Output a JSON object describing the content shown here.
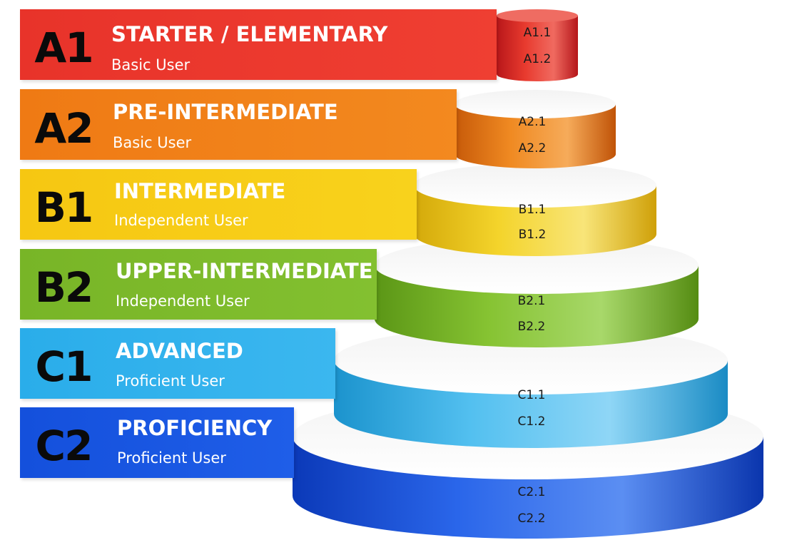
{
  "levels": [
    {
      "code": "A1",
      "title": "STARTER / ELEMENTARY",
      "user": "Basic User",
      "sublevels": [
        "A1.1",
        "A1.2"
      ],
      "color": "#e8332a"
    },
    {
      "code": "A2",
      "title": "PRE-INTERMEDIATE",
      "user": "Basic User",
      "sublevels": [
        "A2.1",
        "A2.2"
      ],
      "color": "#f07d18"
    },
    {
      "code": "B1",
      "title": "INTERMEDIATE",
      "user": "Independent User",
      "sublevels": [
        "B1.1",
        "B1.2"
      ],
      "color": "#f7cc12"
    },
    {
      "code": "B2",
      "title": "UPPER-INTERMEDIATE",
      "user": "Independent User",
      "sublevels": [
        "B2.1",
        "B2.2"
      ],
      "color": "#7cb82a"
    },
    {
      "code": "C1",
      "title": "ADVANCED",
      "user": "Proficient User",
      "sublevels": [
        "C1.1",
        "C1.2"
      ],
      "color": "#2fb0ea"
    },
    {
      "code": "C2",
      "title": "PROFICIENCY",
      "user": "Proficient User",
      "sublevels": [
        "C2.1",
        "C2.2"
      ],
      "color": "#1a55e0"
    }
  ]
}
